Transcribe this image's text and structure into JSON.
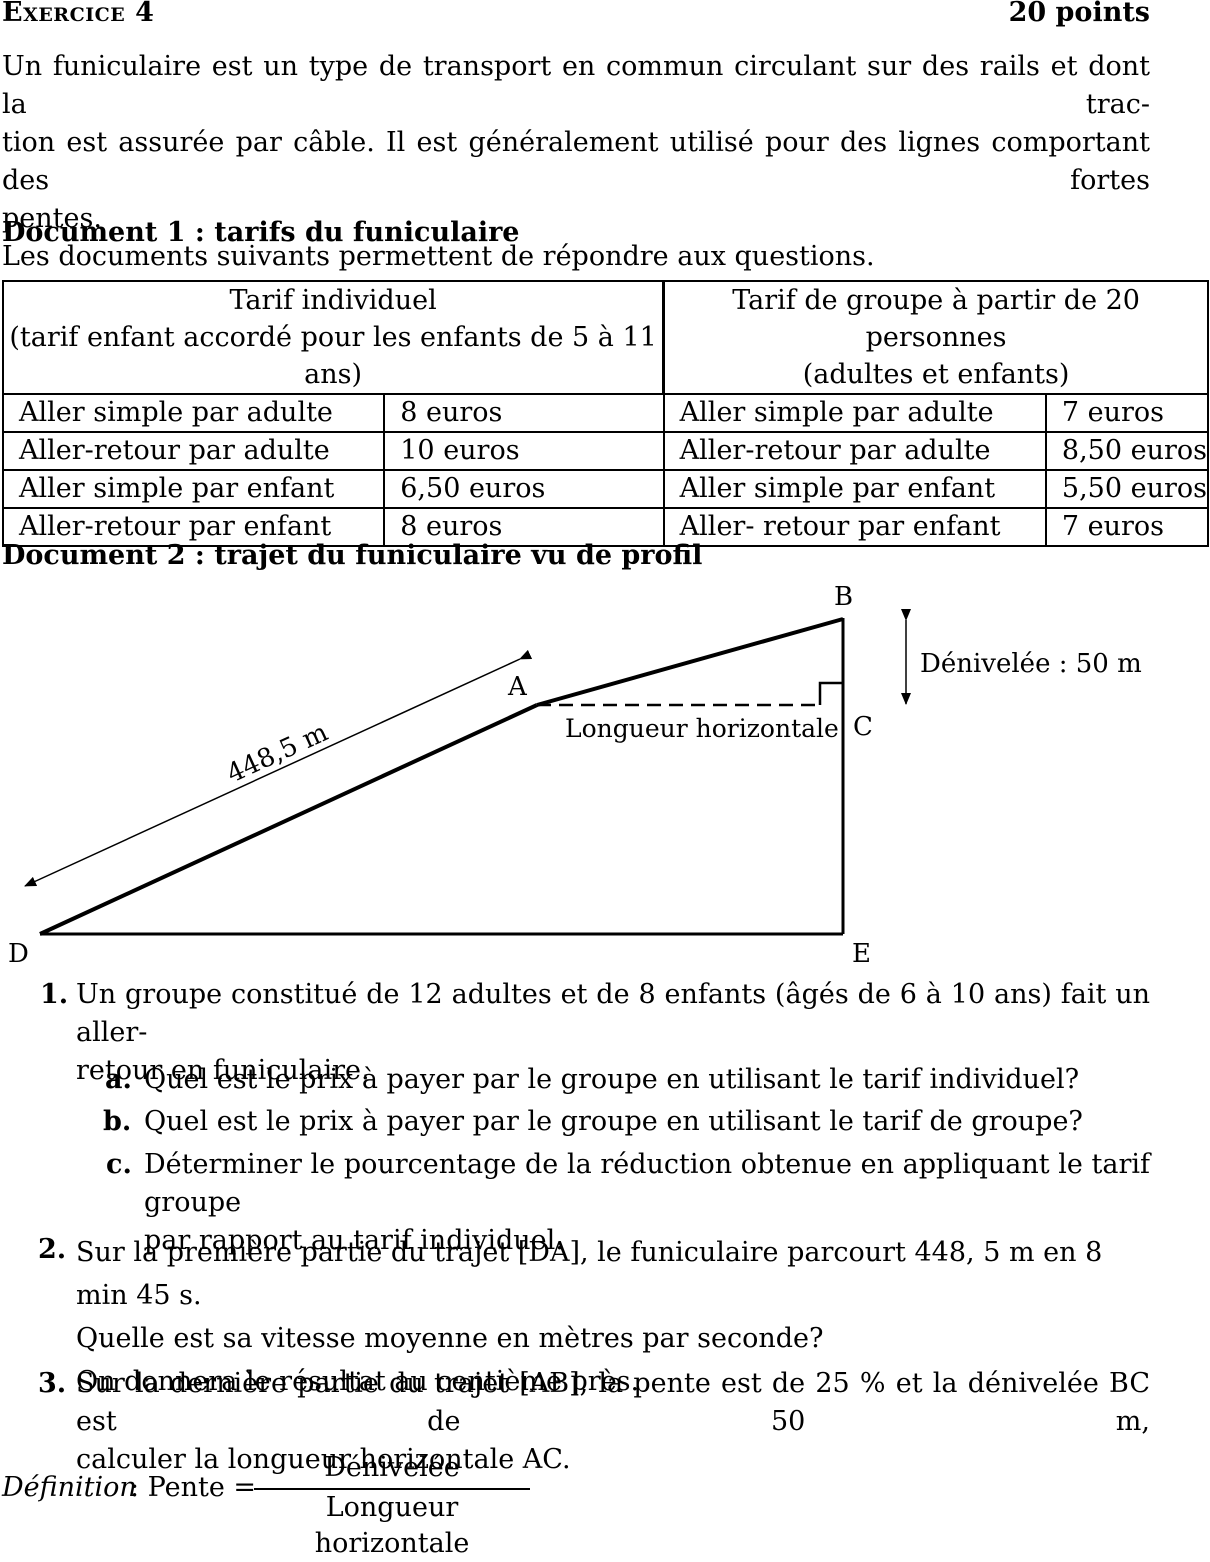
{
  "header": {
    "title": "Exercice 4",
    "points": "20 points"
  },
  "intro": {
    "lines": [
      "Un funiculaire est un type de transport en commun circulant sur des rails et dont la trac-",
      "tion est assurée par câble. Il est généralement utilisé pour des lignes comportant des fortes",
      "pentes.",
      "Les documents suivants permettent de répondre aux questions."
    ]
  },
  "doc1": {
    "title": "Document 1 : tarifs du funiculaire",
    "left_head": [
      "Tarif individuel",
      "(tarif enfant accordé pour les enfants de 5 à 11 ans)"
    ],
    "right_head": [
      "Tarif de groupe à partir de 20 personnes",
      "(adultes et enfants)"
    ],
    "rows": [
      [
        "Aller simple par adulte",
        "8 euros",
        "Aller simple par adulte",
        "7 euros"
      ],
      [
        "Aller-retour par adulte",
        "10 euros",
        "Aller-retour par adulte",
        "8,50 euros"
      ],
      [
        "Aller simple par enfant",
        "6,50 euros",
        "Aller simple par enfant",
        "5,50 euros"
      ],
      [
        "Aller-retour par enfant",
        "8 euros",
        "Aller- retour par enfant",
        "7 euros"
      ]
    ]
  },
  "doc2": {
    "title": "Document 2 : trajet du funiculaire vu de profil",
    "labels": {
      "A": "A",
      "B": "B",
      "C": "C",
      "D": "D",
      "E": "E",
      "length": "448,5 m",
      "horizontal": "Longueur horizontale",
      "drop": "Dénivelée : 50 m"
    }
  },
  "questions": {
    "q1_num": "1.",
    "q1_lines": [
      "Un groupe constitué de 12 adultes et de 8 enfants (âgés de 6 à 10 ans) fait un aller-",
      "retour en funiculaire."
    ],
    "q1a_num": "a.",
    "q1a": "Quel est le prix à payer par le groupe en utilisant le tarif individuel?",
    "q1b_num": "b.",
    "q1b": "Quel est le prix à payer par le groupe en utilisant le tarif de groupe?",
    "q1c_num": "c.",
    "q1c_lines": [
      "Déterminer le pourcentage de la réduction obtenue en appliquant le tarif groupe",
      "par rapport au tarif individuel."
    ],
    "q2_num": "2.",
    "q2_lines": [
      "Sur la première partie du trajet [DA], le funiculaire parcourt 448, 5 m en 8 min 45 s.",
      "Quelle est sa vitesse moyenne en mètres par seconde?",
      "On donnera le résultat au centième près."
    ],
    "q3_num": "3.",
    "q3_lines": [
      "Sur la dernière partie du trajet [AB], la pente est de 25 % et la dénivelée BC est de 50 m,",
      "calculer la longueur horizontale AC."
    ]
  },
  "definition": {
    "label": "Définition",
    "lhs": ": Pente =",
    "numerator": "Dénivelée",
    "denominator": "Longueur horizontale"
  }
}
